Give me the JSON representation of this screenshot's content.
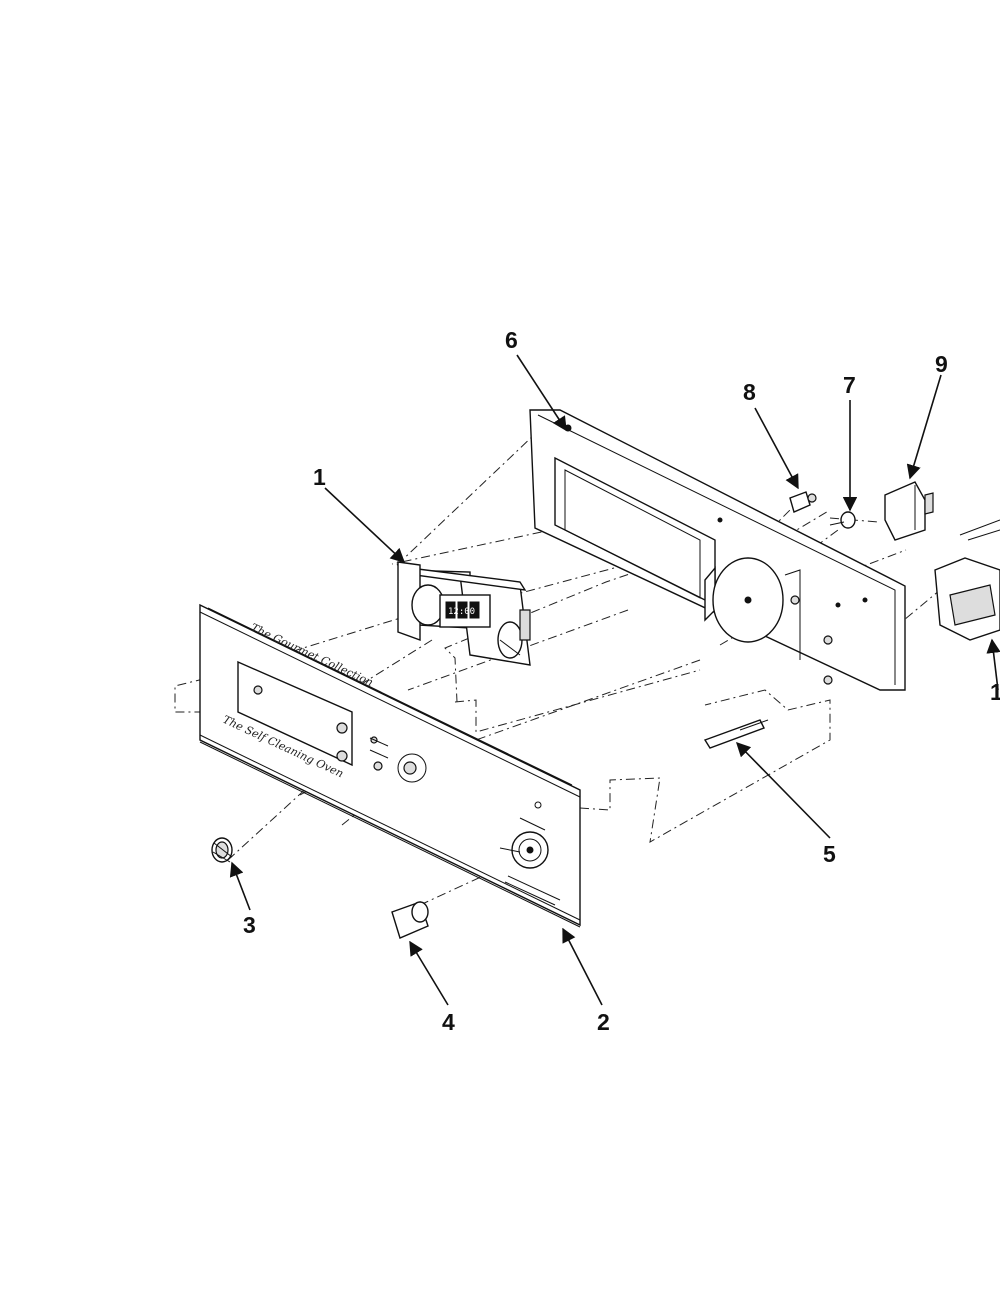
{
  "callouts": {
    "c1": "1",
    "c2": "2",
    "c3": "3",
    "c4": "4",
    "c5": "5",
    "c6": "6",
    "c7": "7",
    "c8": "8",
    "c9": "9",
    "c10": "1"
  },
  "panel": {
    "script_line_1": "The Gourmet Collection",
    "script_line_2": "The Self Cleaning Oven"
  },
  "clock_display": "12:00"
}
